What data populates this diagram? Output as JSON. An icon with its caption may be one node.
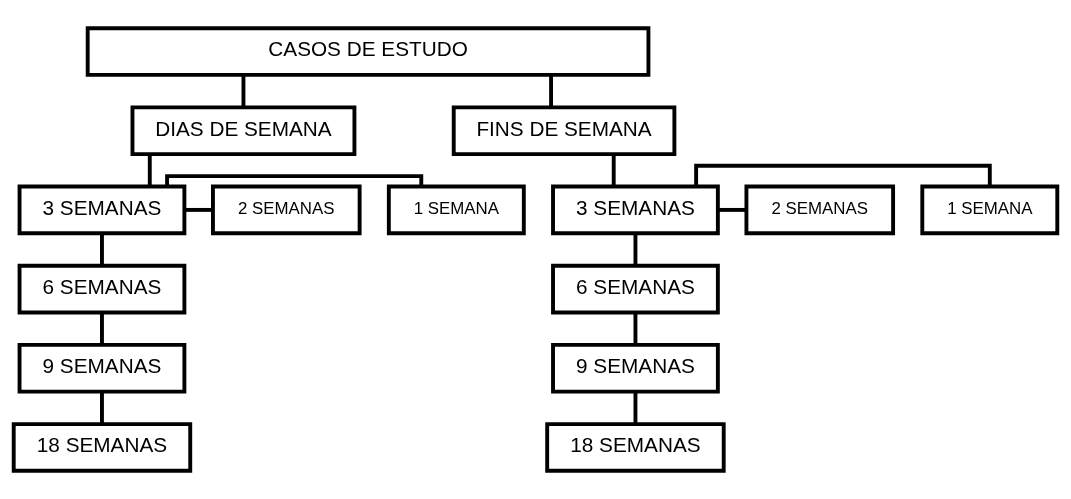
{
  "diagram": {
    "nodes": [
      {
        "text": [
          "CASOS DE ESTUDO"
        ]
      },
      {
        "text": [
          "DIAS DE SEMANA"
        ]
      },
      {
        "text": [
          "FINS DE SEMANA"
        ]
      },
      {
        "text": [
          "3 SEMANAS"
        ]
      },
      {
        "text": [
          "1 SEMANA"
        ]
      },
      {
        "text": [
          "2 SEMANAS"
        ]
      },
      {
        "text": [
          "6 SEMANAS"
        ]
      },
      {
        "text": [
          "9 SEMANAS"
        ]
      },
      {
        "text": [
          "18 SEMANAS"
        ]
      },
      {
        "text": [
          "3 SEMANAS"
        ]
      },
      {
        "text": [
          "1 SEMANA"
        ]
      },
      {
        "text": [
          "2 SEMANAS"
        ]
      },
      {
        "text": [
          "6 SEMANAS"
        ]
      },
      {
        "text": [
          "9 SEMANAS"
        ]
      },
      {
        "text": [
          "18 SEMANAS"
        ]
      }
    ],
    "edges": [
      {
        "from": 0,
        "to": 1,
        "arrow": "none"
      },
      {
        "from": 0,
        "to": 2,
        "arrow": "none"
      },
      {
        "from": 1,
        "to": 3,
        "arrow": "none"
      },
      {
        "from": 3,
        "to": 4,
        "arrow": "none"
      },
      {
        "from": 3,
        "to": 5,
        "arrow": "none"
      },
      {
        "from": 3,
        "to": 6,
        "arrow": "none"
      },
      {
        "from": 6,
        "to": 7,
        "arrow": "none"
      },
      {
        "from": 7,
        "to": 8,
        "arrow": "none"
      },
      {
        "from": 2,
        "to": 9,
        "arrow": "none"
      },
      {
        "from": 9,
        "to": 10,
        "arrow": "none"
      },
      {
        "from": 9,
        "to": 11,
        "arrow": "none"
      },
      {
        "from": 9,
        "to": 12,
        "arrow": "none"
      },
      {
        "from": 12,
        "to": 13,
        "arrow": "none"
      },
      {
        "from": 13,
        "to": 14,
        "arrow": "none"
      }
    ]
  }
}
